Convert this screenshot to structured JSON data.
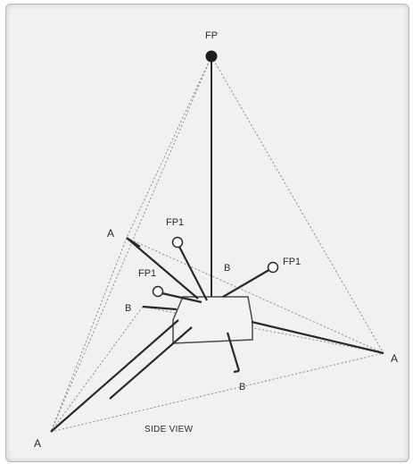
{
  "diagram": {
    "labels": {
      "apex": "FP",
      "fp1": "FP1",
      "a": "A",
      "b": "B",
      "caption": "SIDE VIEW"
    }
  }
}
